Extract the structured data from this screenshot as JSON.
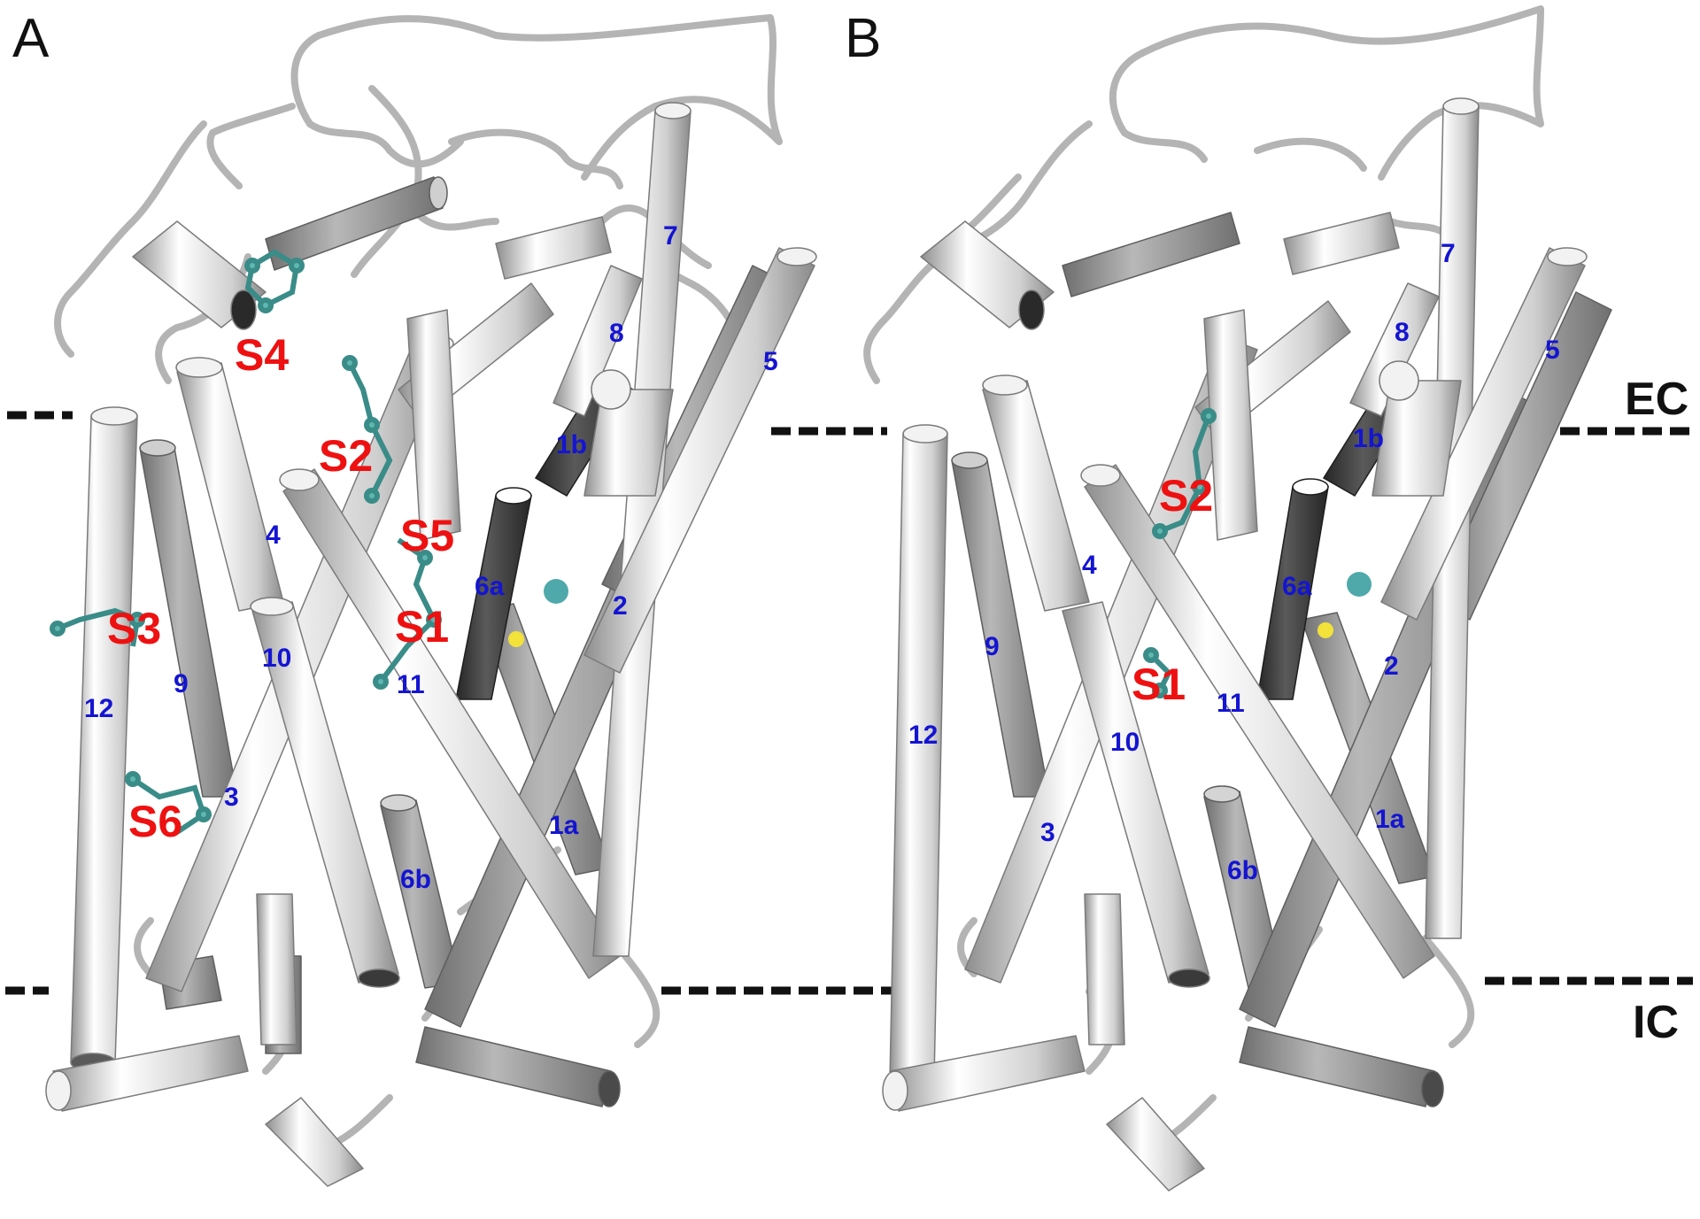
{
  "panels": [
    {
      "letter": "A",
      "helices": [
        "1a",
        "1b",
        "2",
        "3",
        "4",
        "5",
        "6a",
        "6b",
        "7",
        "8",
        "9",
        "10",
        "11",
        "12"
      ],
      "sites": [
        "S1",
        "S2",
        "S3",
        "S4",
        "S5",
        "S6"
      ]
    },
    {
      "letter": "B",
      "helices": [
        "1a",
        "1b",
        "2",
        "3",
        "4",
        "5",
        "6a",
        "6b",
        "7",
        "8",
        "9",
        "10",
        "11",
        "12"
      ],
      "sites": [
        "S1",
        "S2"
      ]
    }
  ],
  "membrane": {
    "extracellular_label": "EC",
    "intracellular_label": "IC"
  },
  "colors": {
    "helix_light": "#e2e2e2",
    "helix_mid": "#a6a6a6",
    "helix_dark": "#3c3c3c",
    "helix_label": "#1414d2",
    "site_label": "#ee1111",
    "ligand": "#5fb7b2",
    "ion_sodium": "#4fa9aa",
    "ion_chloride": "#f2e23a"
  }
}
